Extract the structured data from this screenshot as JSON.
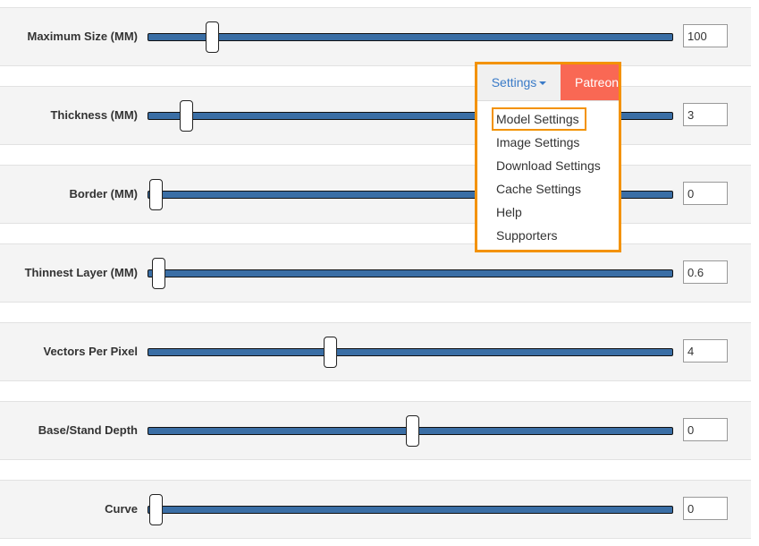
{
  "sliders": [
    {
      "label": "Maximum Size (MM)",
      "value": "100",
      "position": 0.11
    },
    {
      "label": "Thickness (MM)",
      "value": "3",
      "position": 0.06
    },
    {
      "label": "Border (MM)",
      "value": "0",
      "position": 0.0
    },
    {
      "label": "Thinnest Layer (MM)",
      "value": "0.6",
      "position": 0.005
    },
    {
      "label": "Vectors Per Pixel",
      "value": "4",
      "position": 0.34
    },
    {
      "label": "Base/Stand Depth",
      "value": "0",
      "position": 0.5
    },
    {
      "label": "Curve",
      "value": "0",
      "position": 0.0
    }
  ],
  "menu": {
    "settings_label": "Settings",
    "patreon_label": "Patreon",
    "items": [
      "Model Settings",
      "Image Settings",
      "Download Settings",
      "Cache Settings",
      "Help",
      "Supporters"
    ],
    "active_item": "Model Settings"
  },
  "colors": {
    "track": "#3a6ea5",
    "highlight": "#f39200",
    "patreon": "#f96854",
    "link": "#3a7bc8"
  }
}
